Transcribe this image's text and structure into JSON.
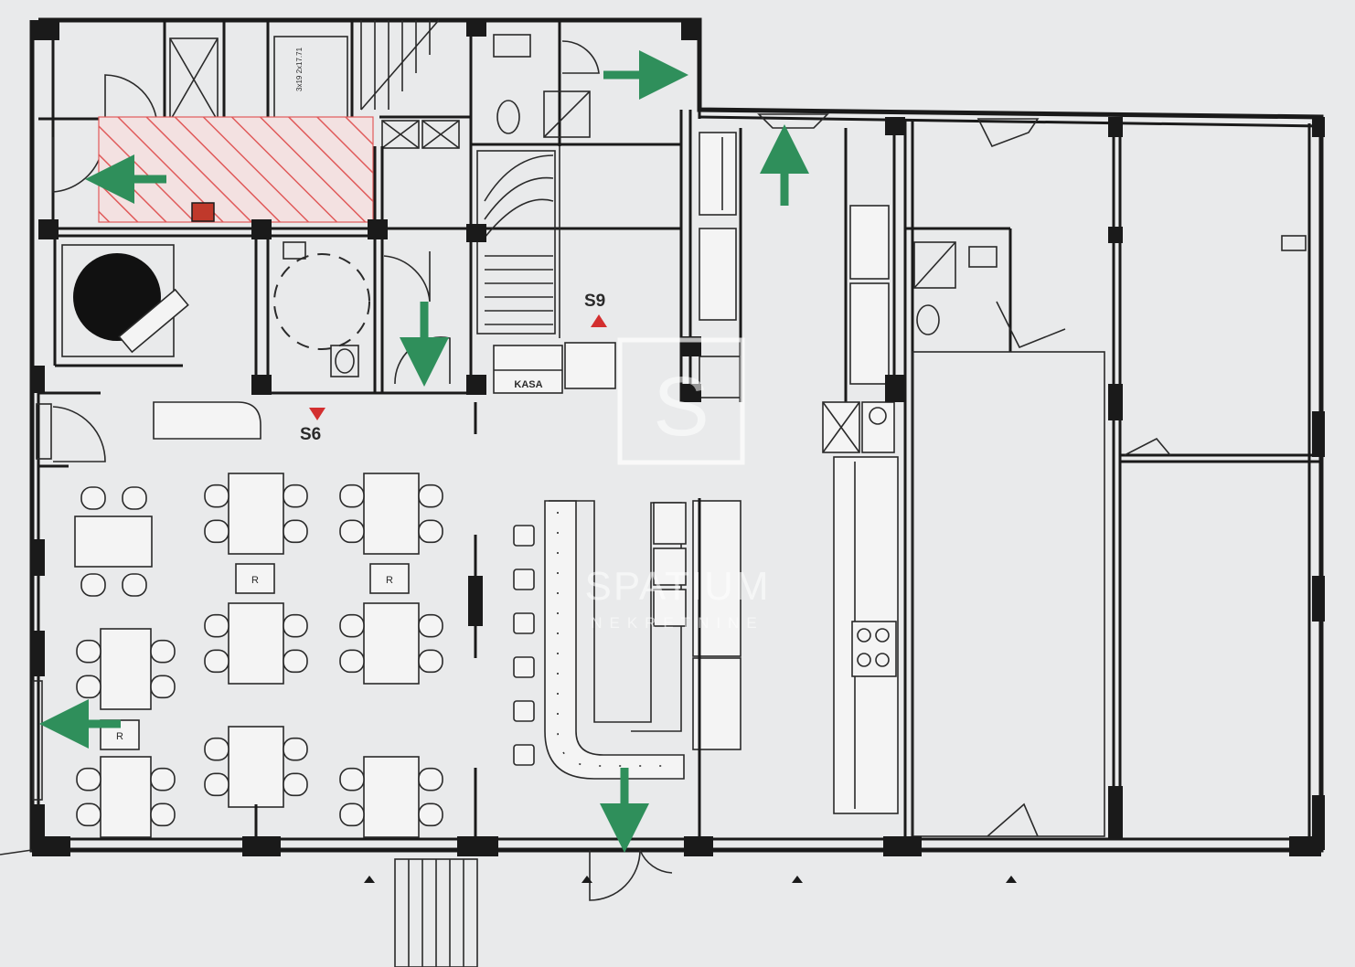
{
  "labels": {
    "s6": "S6",
    "s9": "S9",
    "kasa": "KASA",
    "stair_note": "3x19\n2x17.71"
  },
  "reserved_label": "R",
  "watermark": {
    "logo_letter": "S",
    "brand": "SPATIUM",
    "sub": "NEKRETNINE"
  },
  "colors": {
    "wall": "#1a1a1a",
    "background": "#e9eaeb",
    "exit_arrow": "#2f8f5b",
    "marker": "#d32f2f",
    "hatch": "#e05a5a"
  }
}
